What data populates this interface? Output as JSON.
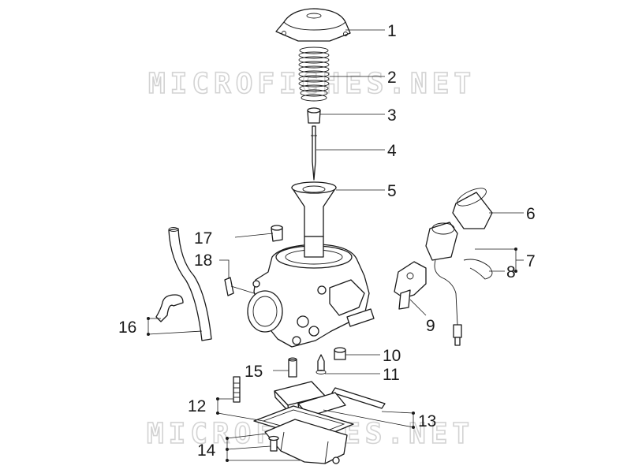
{
  "watermark": "MICROFICHES.NET",
  "callouts": {
    "c1": "1",
    "c2": "2",
    "c3": "3",
    "c4": "4",
    "c5": "5",
    "c6": "6",
    "c7": "7",
    "c8": "8",
    "c9": "9",
    "c10": "10",
    "c11": "11",
    "c12": "12",
    "c13": "13",
    "c14": "14",
    "c15": "15",
    "c16": "16",
    "c17": "17",
    "c18": "18"
  },
  "colors": {
    "line": "#1a1a1a",
    "watermark": "#d3d3d3",
    "background": "#ffffff"
  }
}
